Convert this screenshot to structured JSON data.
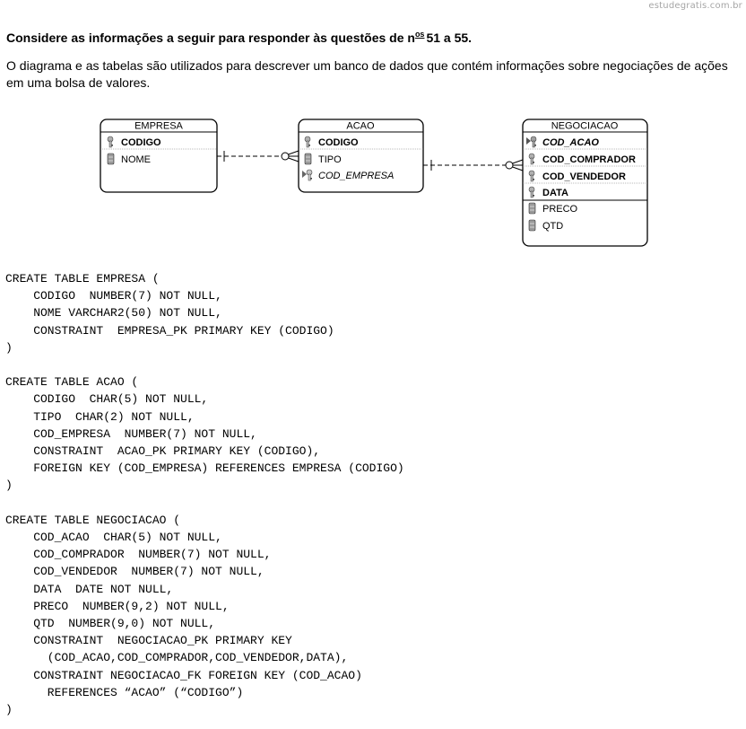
{
  "watermark": "estudegratis.com.br",
  "heading": {
    "before": "Considere as informações a seguir para responder às questões de n",
    "superscript": "os",
    "after": "51 a 55."
  },
  "intro": "O diagrama e as tabelas são utilizados para descrever um banco de dados que contém informações sobre negociações de ações em uma bolsa de valores.",
  "diagram": {
    "entities": [
      {
        "name": "EMPRESA",
        "fields": [
          {
            "label": "CODIGO",
            "key": "pk",
            "bold": true,
            "italic": false
          },
          {
            "label": "NOME",
            "key": "none",
            "bold": false,
            "italic": false
          }
        ]
      },
      {
        "name": "ACAO",
        "fields": [
          {
            "label": "CODIGO",
            "key": "pk",
            "bold": true,
            "italic": false
          },
          {
            "label": "TIPO",
            "key": "none",
            "bold": false,
            "italic": false
          },
          {
            "label": "COD_EMPRESA",
            "key": "fk",
            "bold": false,
            "italic": true
          }
        ]
      },
      {
        "name": "NEGOCIACAO",
        "fields": [
          {
            "label": "COD_ACAO",
            "key": "pfk",
            "bold": true,
            "italic": true
          },
          {
            "label": "COD_COMPRADOR",
            "key": "pk",
            "bold": true,
            "italic": false
          },
          {
            "label": "COD_VENDEDOR",
            "key": "pk",
            "bold": true,
            "italic": false
          },
          {
            "label": "DATA",
            "key": "pk",
            "bold": true,
            "italic": false
          },
          {
            "label": "PRECO",
            "key": "none",
            "bold": false,
            "italic": false
          },
          {
            "label": "QTD",
            "key": "none",
            "bold": false,
            "italic": false
          }
        ]
      }
    ]
  },
  "code": [
    "CREATE TABLE EMPRESA (",
    "    CODIGO  NUMBER(7) NOT NULL,",
    "    NOME VARCHAR2(50) NOT NULL,",
    "    CONSTRAINT  EMPRESA_PK PRIMARY KEY (CODIGO)",
    ")",
    "",
    "CREATE TABLE ACAO (",
    "    CODIGO  CHAR(5) NOT NULL,",
    "    TIPO  CHAR(2) NOT NULL,",
    "    COD_EMPRESA  NUMBER(7) NOT NULL,",
    "    CONSTRAINT  ACAO_PK PRIMARY KEY (CODIGO),",
    "    FOREIGN KEY (COD_EMPRESA) REFERENCES EMPRESA (CODIGO)",
    ")",
    "",
    "CREATE TABLE NEGOCIACAO (",
    "    COD_ACAO  CHAR(5) NOT NULL,",
    "    COD_COMPRADOR  NUMBER(7) NOT NULL,",
    "    COD_VENDEDOR  NUMBER(7) NOT NULL,",
    "    DATA  DATE NOT NULL,",
    "    PRECO  NUMBER(9,2) NOT NULL,",
    "    QTD  NUMBER(9,0) NOT NULL,",
    "    CONSTRAINT  NEGOCIACAO_PK PRIMARY KEY",
    "      (COD_ACAO,COD_COMPRADOR,COD_VENDEDOR,DATA),",
    "    CONSTRAINT NEGOCIACAO_FK FOREIGN KEY (COD_ACAO)",
    "      REFERENCES “ACAO” (“CODIGO”)",
    ")"
  ]
}
